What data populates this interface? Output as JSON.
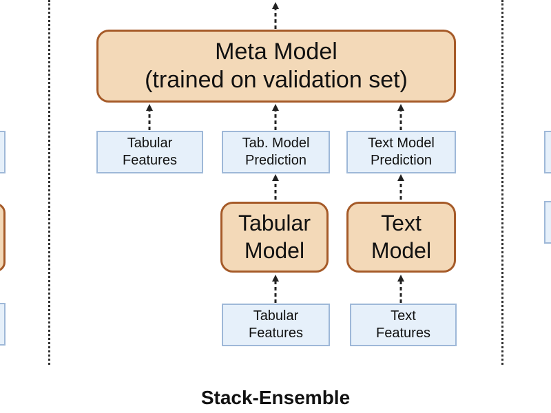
{
  "colors": {
    "model_fill": "#f3d9b8",
    "model_border": "#a55a28",
    "feature_fill": "#e6f0fa",
    "feature_border": "#9eb8d8",
    "arrow": "#222222"
  },
  "meta_model": {
    "label": "Meta Model\n(trained on validation set)"
  },
  "inputs_to_meta": {
    "tabular_features": "Tabular\nFeatures",
    "tab_model_prediction": "Tab. Model\nPrediction",
    "text_model_prediction": "Text Model\nPrediction"
  },
  "base_models": {
    "tabular_model": "Tabular\nModel",
    "text_model": "Text\nModel"
  },
  "base_inputs": {
    "tabular_features": "Tabular\nFeatures",
    "text_features": "Text\nFeatures"
  },
  "caption": "Stack-Ensemble"
}
